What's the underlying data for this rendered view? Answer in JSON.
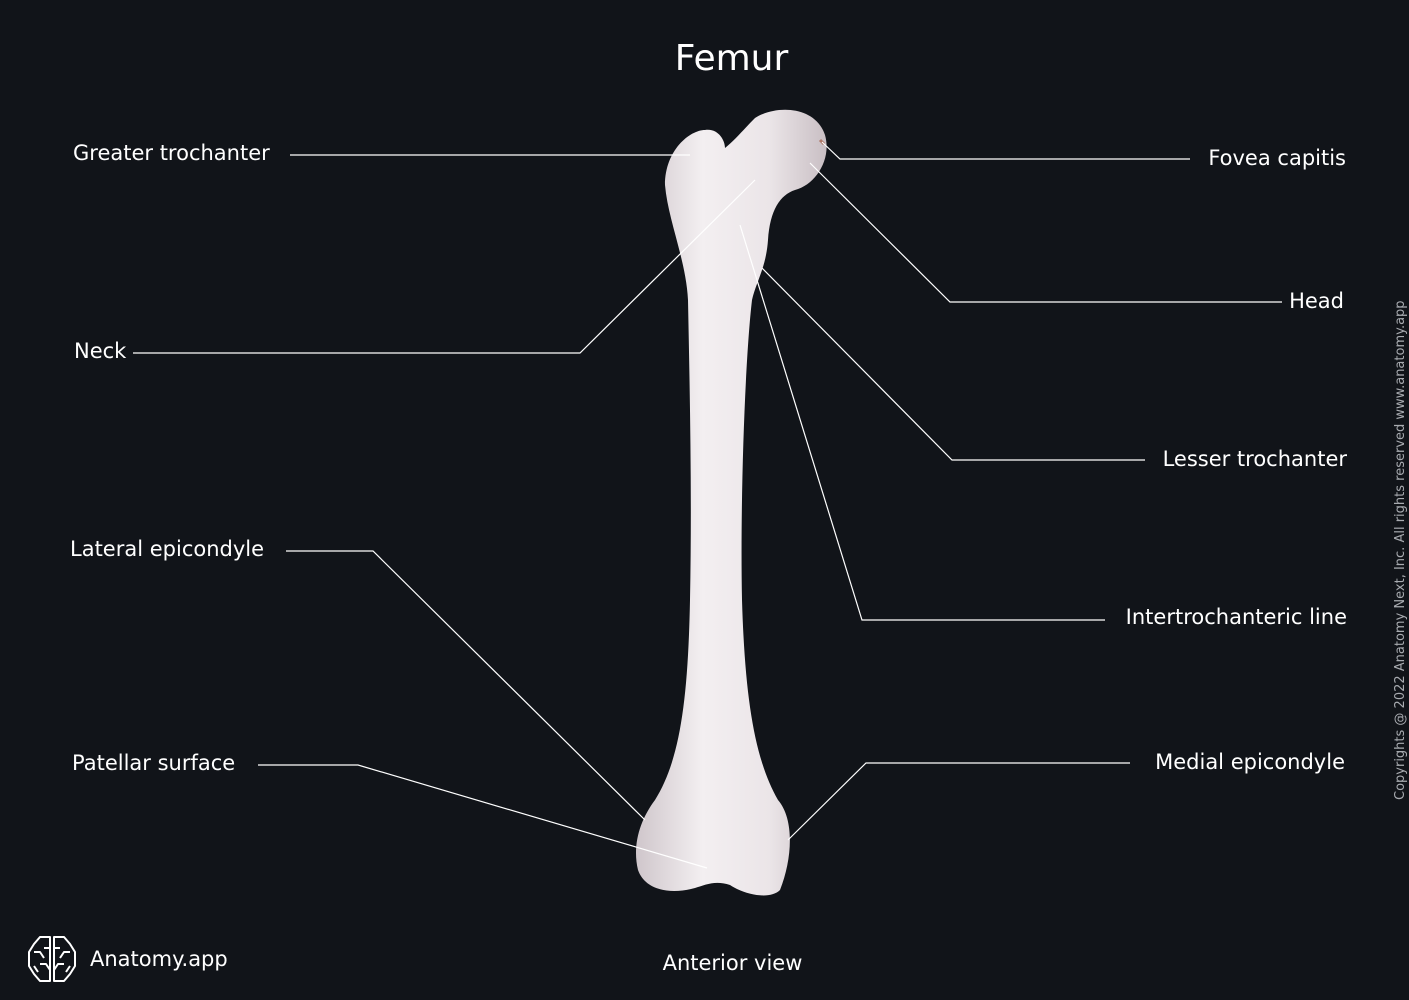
{
  "title": "Femur",
  "view": "Anterior view",
  "brand": "Anatomy.app",
  "copyright": "Copyrights @ 2022 Anatomy Next, Inc. All rights reserved www.anatomy.app",
  "labels": {
    "greater_trochanter": "Greater trochanter",
    "neck": "Neck",
    "lateral_epicondyle": "Lateral epicondyle",
    "patellar_surface": "Patellar surface",
    "fovea_capitis": "Fovea capitis",
    "head": "Head",
    "lesser_trochanter": "Lesser trochanter",
    "intertrochanteric_line": "Intertrochanteric line",
    "medial_epicondyle": "Medial epicondyle"
  },
  "colors": {
    "background": "#111419",
    "bone": "#e9e3e6",
    "leader": "#ffffff"
  }
}
